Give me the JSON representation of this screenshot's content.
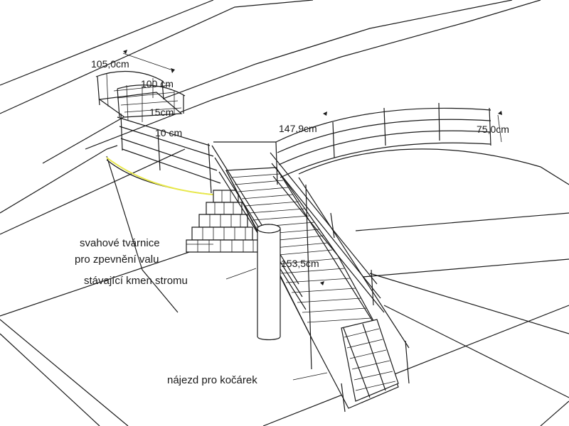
{
  "dimensions": {
    "bridge_width": "105,0cm",
    "bridge_span": "100 cm",
    "bridge_height": "15cm",
    "bridge_side": "10 cm",
    "rail_length": "147,9cm",
    "rail_height": "75,0cm",
    "ramp_length": "153,5cm"
  },
  "callouts": {
    "retaining_blocks_line1": "svahové tvárnice",
    "retaining_blocks_line2": "pro zpevnění valu",
    "tree_trunk": "stávající kmen stromu",
    "stroller_ramp": "nájezd pro kočárek"
  },
  "colors": {
    "line": "#1a1a1a",
    "highlight_arc": "#e8e84a",
    "background": "#ffffff"
  }
}
